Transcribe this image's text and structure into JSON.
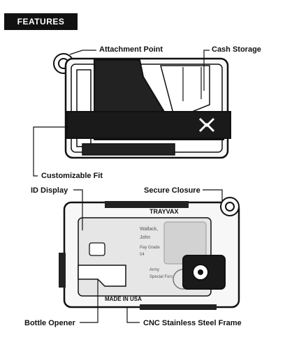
{
  "banner": {
    "title": "FEATURES"
  },
  "labels": {
    "attachment_point": "Attachment Point",
    "cash_storage": "Cash Storage",
    "customizable_fit": "Customizable Fit",
    "id_display": "ID Display",
    "secure_closure": "Secure Closure",
    "bottle_opener": "Bottle Opener",
    "cnc_frame": "CNC Stainless Steel Frame"
  },
  "product": {
    "brand_mark": "TRAYVAX",
    "made_in": "MADE IN USA",
    "id_card_text": [
      "Wallack,",
      "John",
      "Pay Grade",
      "04",
      "Army",
      "Special Forc"
    ]
  },
  "colors": {
    "ink": "#111111",
    "frame": "#f7f7f7",
    "strap": "#222222",
    "card": "#e6e6e6"
  }
}
